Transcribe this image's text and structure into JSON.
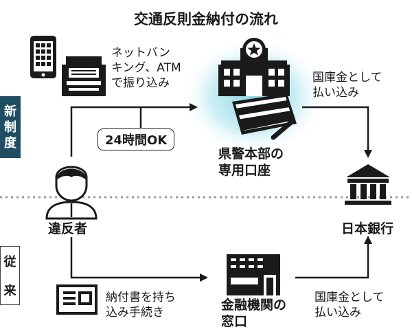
{
  "title": "交通反則金納付の流れ",
  "labels": {
    "new_system": [
      "新",
      "制",
      "度"
    ],
    "conventional": [
      "従",
      "来"
    ],
    "net_banking": [
      "ネットバン",
      "キング、ATM",
      "で振り込み"
    ],
    "hours": "24時間OK",
    "police_account": [
      "県警本部の",
      "専用口座"
    ],
    "treasury_top": [
      "国庫金として",
      "払い込み"
    ],
    "violator": "違反者",
    "boj": "日本銀行",
    "payment_slip": [
      "納付書を持ち",
      "込み手続き"
    ],
    "bank_window": [
      "金融機関の",
      "窓口"
    ],
    "treasury_bottom": [
      "国庫金として",
      "払い込み"
    ]
  },
  "colors": {
    "accent": "#1f4e62",
    "glow": "#7fd3e0",
    "line": "#1a1a1a"
  },
  "icons": [
    "smartphone-icon",
    "atm-icon",
    "police-hq-icon",
    "bankbook-icon",
    "person-icon",
    "bank-icon",
    "payment-slip-icon",
    "bank-office-icon"
  ]
}
